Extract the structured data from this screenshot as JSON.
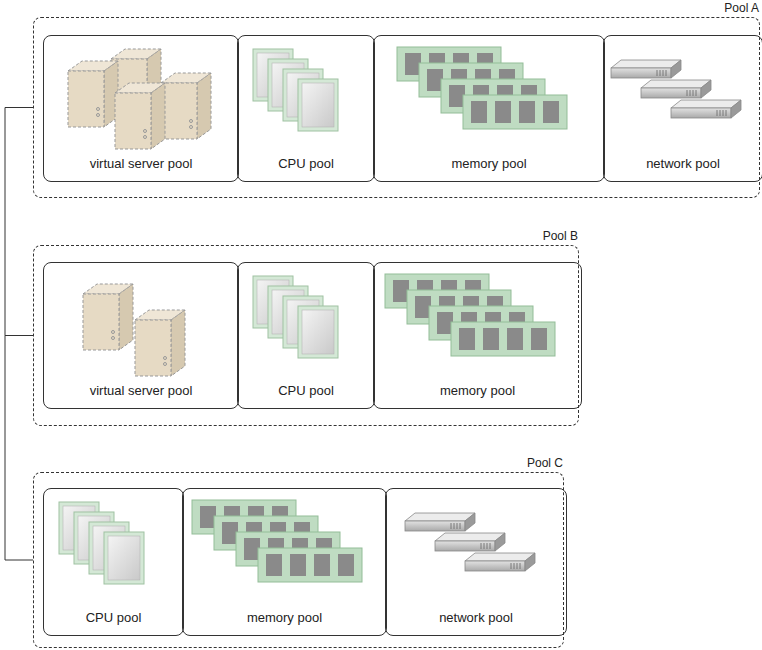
{
  "diagram": {
    "nodes": [
      {
        "text": [
          "Pool A"
        ]
      },
      {
        "text": [
          "virtual server pool"
        ],
        "in": 0
      },
      {
        "text": [
          "CPU pool"
        ],
        "in": 0
      },
      {
        "text": [
          "memory pool"
        ],
        "in": 0
      },
      {
        "text": [
          "network pool"
        ],
        "in": 0
      },
      {
        "text": [
          "Pool B"
        ]
      },
      {
        "text": [
          "virtual server pool"
        ],
        "in": 5
      },
      {
        "text": [
          "CPU pool"
        ],
        "in": 5
      },
      {
        "text": [
          "memory pool"
        ],
        "in": 5
      },
      {
        "text": [
          "Pool C"
        ]
      },
      {
        "text": [
          "CPU pool"
        ],
        "in": 9
      },
      {
        "text": [
          "memory pool"
        ],
        "in": 9
      },
      {
        "text": [
          "network pool"
        ],
        "in": 9
      }
    ],
    "edges": [
      {
        "from": 0,
        "to": 5,
        "arrow": "none"
      },
      {
        "from": 5,
        "to": 9,
        "arrow": "none"
      }
    ]
  }
}
